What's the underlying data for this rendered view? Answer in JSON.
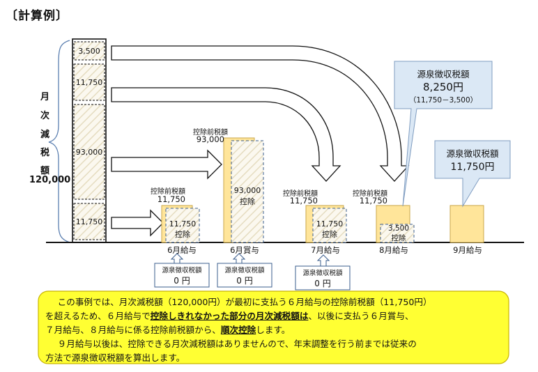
{
  "title": "〔計算例〕",
  "monthly_tax": {
    "label_chars": [
      "月",
      "次",
      "減",
      "税",
      "額"
    ],
    "total": "120,000",
    "segments": [
      "3,500",
      "11,750",
      "93,000",
      "11,750"
    ]
  },
  "columns": [
    {
      "label": "6月給与",
      "pre_title": "控除前税額",
      "pre_value": "11,750",
      "deduct_value": "11,750",
      "deduct_word": "控除",
      "result_title": "源泉徴収税額",
      "result_value": "0 円"
    },
    {
      "label": "6月賞与",
      "pre_title": "控除前税額",
      "pre_value": "93,000",
      "deduct_value": "93,000",
      "deduct_word": "控除",
      "result_title": "源泉徴収税額",
      "result_value": "0 円"
    },
    {
      "label": "7月給与",
      "pre_title": "控除前税額",
      "pre_value": "11,750",
      "deduct_value": "11,750",
      "deduct_word": "控除",
      "result_title": "源泉徴収税額",
      "result_value": "0 円"
    },
    {
      "label": "8月給与",
      "pre_title": "控除前税額",
      "pre_value": "11,750",
      "deduct_value": "3,500",
      "deduct_word": "控除"
    },
    {
      "label": "9月給与"
    }
  ],
  "callout_aug": {
    "title": "源泉徴収税額",
    "value": "8,250円",
    "formula": "（11,750－3,500）"
  },
  "callout_sep": {
    "title": "源泉徴収税額",
    "value": "11,750円"
  },
  "note": {
    "line1": "この事例では、月次減税額（120,000円）が最初に支払う６月給与の控除前税額（11,750円）",
    "line2_a": "を超えるため、６月給与で",
    "line2_b": "控除しきれなかった部分の月次減税額は",
    "line2_c": "、以後に支払う６月賞与、",
    "line3_a": "７月給与、８月給与に係る控除前税額から、",
    "line3_b": "順次控除",
    "line3_c": "します。",
    "line4": "９月給与以後は、控除できる月次減税額はありませんので、年末調整を行う前までは従来の",
    "line5": "方法で源泉徴収税額を算出します。"
  },
  "colors": {
    "bar_fill": "#ffe59a",
    "bar_border": "#c9a64a",
    "callout_fill": "#dbe8f5",
    "callout_border": "#7f9cc0",
    "note_fill": "#ffff33",
    "note_border": "#c8b400",
    "hatch": "#e3dcc5"
  }
}
